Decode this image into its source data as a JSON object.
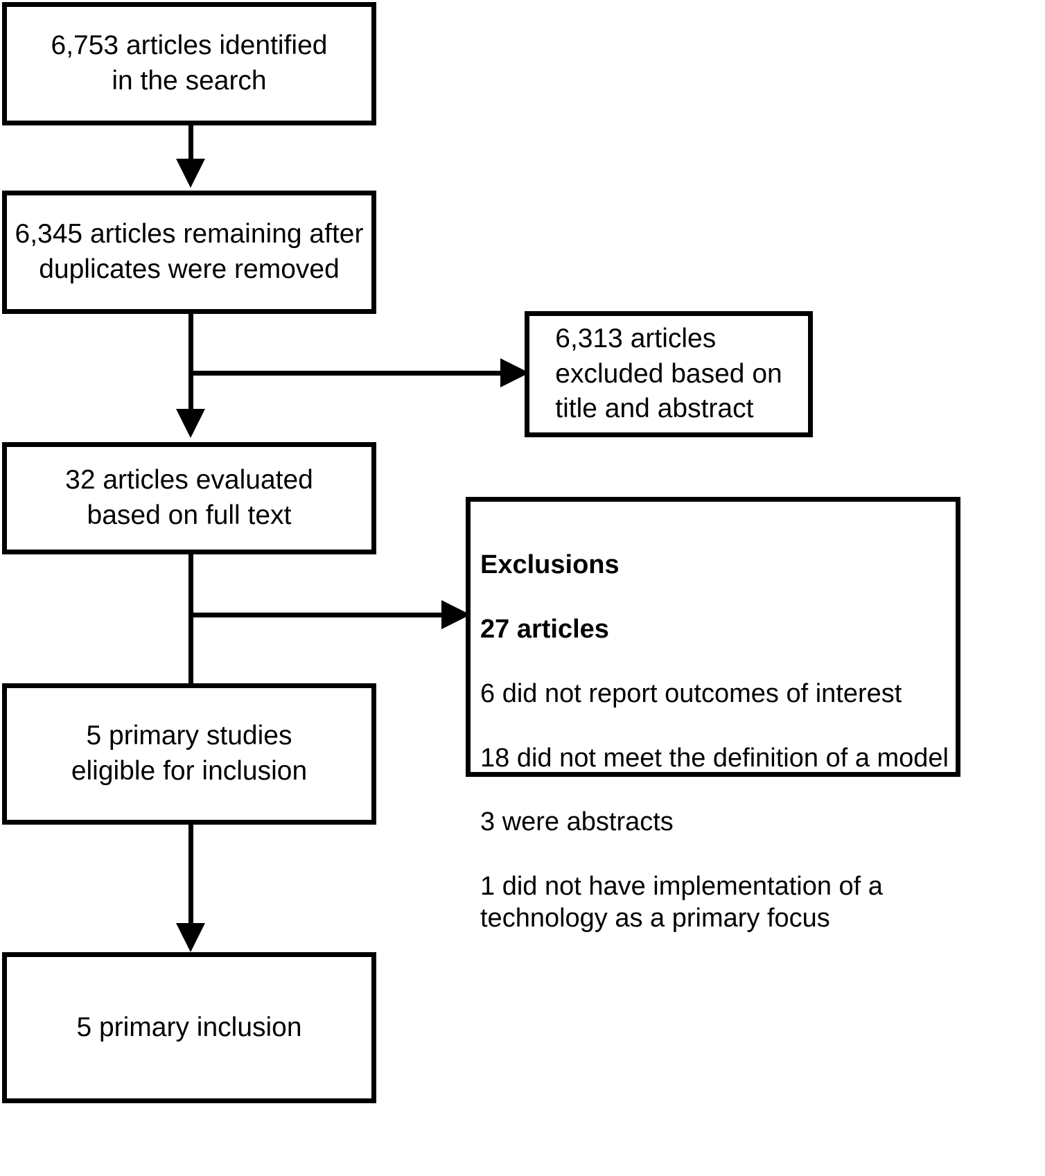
{
  "diagram": {
    "type": "prisma-flow-diagram",
    "nodes": {
      "identified": "6,753 articles identified\nin the search",
      "duplicates_removed": "6,345 articles remaining after\nduplicates were removed",
      "full_text_evaluated": "32 articles evaluated\nbased on full text",
      "eligible": "5 primary studies\neligible for inclusion",
      "included": "5 primary inclusion",
      "excluded_title_abstract": "6,313 articles\nexcluded based on\ntitle and abstract"
    },
    "exclusions_box": {
      "heading": "Exclusions",
      "count_line": "27 articles",
      "reasons": [
        "6 did not report outcomes of interest",
        "18 did not meet the definition of a model",
        "3 were abstracts",
        "1 did not have implementation of a technology as a primary focus"
      ]
    },
    "colors": {
      "stroke": "#000000",
      "background": "#ffffff",
      "text": "#000000"
    }
  }
}
